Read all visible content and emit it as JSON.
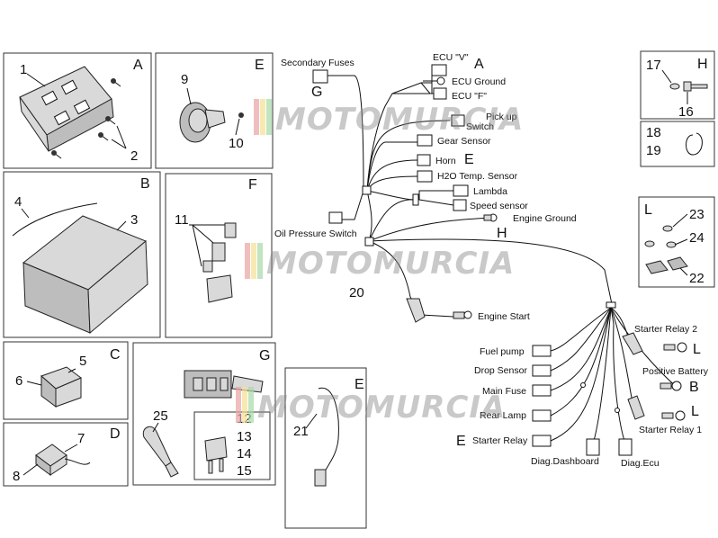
{
  "panels": {
    "A": {
      "letter": "A",
      "items": [
        "1",
        "2"
      ]
    },
    "B": {
      "letter": "B",
      "items": [
        "3",
        "4"
      ]
    },
    "C": {
      "letter": "C",
      "items": [
        "5",
        "6"
      ]
    },
    "D": {
      "letter": "D",
      "items": [
        "7",
        "8"
      ]
    },
    "E": {
      "letter": "E",
      "items": [
        "9",
        "10"
      ]
    },
    "F": {
      "letter": "F",
      "items": [
        "11"
      ]
    },
    "G": {
      "letter": "G",
      "items": [
        "12",
        "13",
        "14",
        "15",
        "25"
      ]
    },
    "E2": {
      "letter": "E",
      "items": [
        "21"
      ]
    },
    "H": {
      "letter": "H",
      "items": [
        "17",
        "16"
      ]
    },
    "misc": {
      "items": [
        "18",
        "19"
      ]
    },
    "L": {
      "letter": "L",
      "items": [
        "23",
        "24",
        "22"
      ]
    }
  },
  "harness": {
    "secondary_fuses": "Secondary Fuses",
    "g_letter": "G",
    "ecu_v": "ECU \"V\"",
    "a_letter": "A",
    "ecu_ground": "ECU Ground",
    "ecu_f": "ECU \"F\"",
    "pick_up": "Pick up",
    "switch_frag": "Switch",
    "gear_sensor": "Gear Sensor",
    "horn": "Horn",
    "horn_letter": "E",
    "h2o_sensor": "H2O Temp. Sensor",
    "lambda": "Lambda",
    "speed_sensor": "Speed sensor",
    "engine_ground": "Engine Ground",
    "h_letter": "H",
    "oil_pressure": "Oil Pressure Switch",
    "item_20": "20",
    "engine_start": "Engine Start",
    "starter_relay_2": "Starter Relay 2",
    "l_letter_1": "L",
    "fuel_pump": "Fuel pump",
    "drop_sensor": "Drop Sensor",
    "positive_battery": "Positive Battery",
    "b_letter": "B",
    "main_fuse": "Main Fuse",
    "rear_lamp": "Rear Lamp",
    "l_letter_2": "L",
    "starter_relay_1": "Starter Relay 1",
    "e_letter_2": "E",
    "starter_relay": "Starter Relay",
    "diag_dashboard": "Diag.Dashboard",
    "diag_ecu": "Diag.Ecu"
  },
  "watermark": "MOTOMURCIA"
}
